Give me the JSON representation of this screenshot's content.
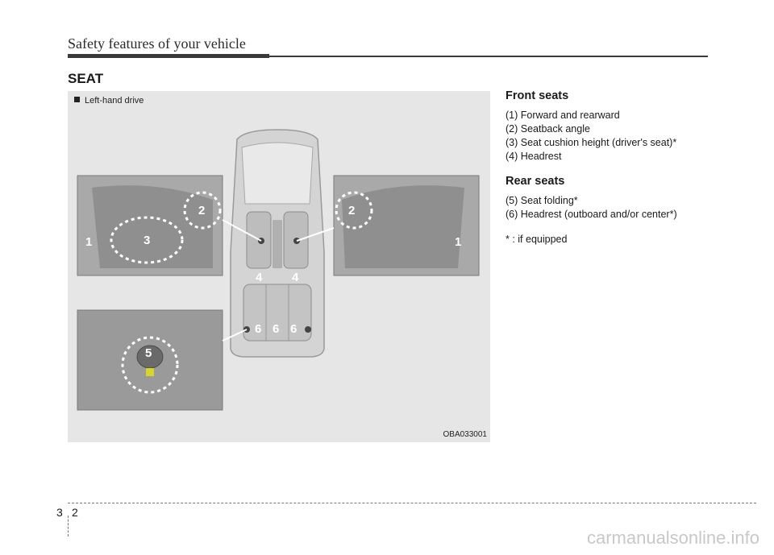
{
  "header": {
    "title": "Safety features of your vehicle"
  },
  "section": {
    "title": "SEAT"
  },
  "figure": {
    "label": "Left-hand drive",
    "code": "OBA033001",
    "callouts": {
      "forward": "1",
      "seatback": "2",
      "cushion": "3",
      "headrest_front": "4",
      "folding": "5",
      "headrest_rear": "6"
    }
  },
  "front_seats": {
    "title": "Front seats",
    "items": [
      "(1) Forward and rearward",
      "(2) Seatback angle",
      "(3) Seat cushion height (driver's seat)*",
      "(4) Headrest"
    ]
  },
  "rear_seats": {
    "title": "Rear seats",
    "items": [
      "(5) Seat folding*",
      "(6) Headrest (outboard and/or center*)"
    ]
  },
  "footnote": "* : if equipped",
  "page_number": {
    "chapter": "3",
    "page": "2"
  },
  "watermark": "carmanualsonline.info"
}
